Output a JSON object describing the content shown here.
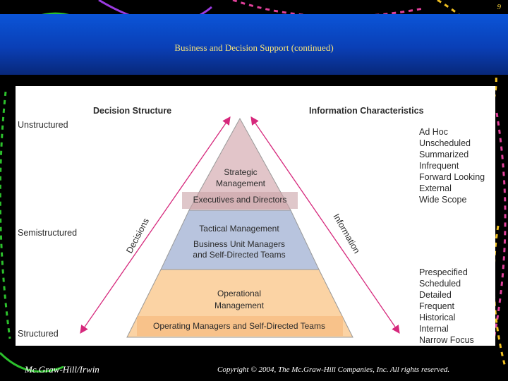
{
  "slide_number": "9",
  "title": "Business and Decision Support (continued)",
  "diagram": {
    "left_header": "Decision Structure",
    "right_header": "Information Characteristics",
    "structure_levels": [
      "Unstructured",
      "Semistructured",
      "Structured"
    ],
    "left_arrow_label": "Decisions",
    "right_arrow_label": "Information",
    "tiers": {
      "strategic": {
        "lines": [
          "Strategic",
          "Management"
        ],
        "sub": "Executives and Directors",
        "color": "#e2c5c9"
      },
      "tactical": {
        "title": "Tactical Management",
        "lines": [
          "Business Unit Managers",
          "and Self-Directed Teams"
        ],
        "color": "#b8c4de"
      },
      "operational": {
        "lines": [
          "Operational",
          "Management"
        ],
        "sub": "Operating Managers and Self-Directed Teams",
        "color": "#fbd3a4"
      }
    },
    "info_top": [
      "Ad Hoc",
      "Unscheduled",
      "Summarized",
      "Infrequent",
      "Forward Looking",
      "External",
      "Wide Scope"
    ],
    "info_bottom": [
      "Prespecified",
      "Scheduled",
      "Detailed",
      "Frequent",
      "Historical",
      "Internal",
      "Narrow Focus"
    ],
    "arrow_color": "#d6287c"
  },
  "footer": {
    "publisher": "Mc.Graw-Hill/Irwin",
    "copyright": "Copyright © 2004, The Mc.Graw-Hill Companies, Inc. All rights reserved."
  }
}
